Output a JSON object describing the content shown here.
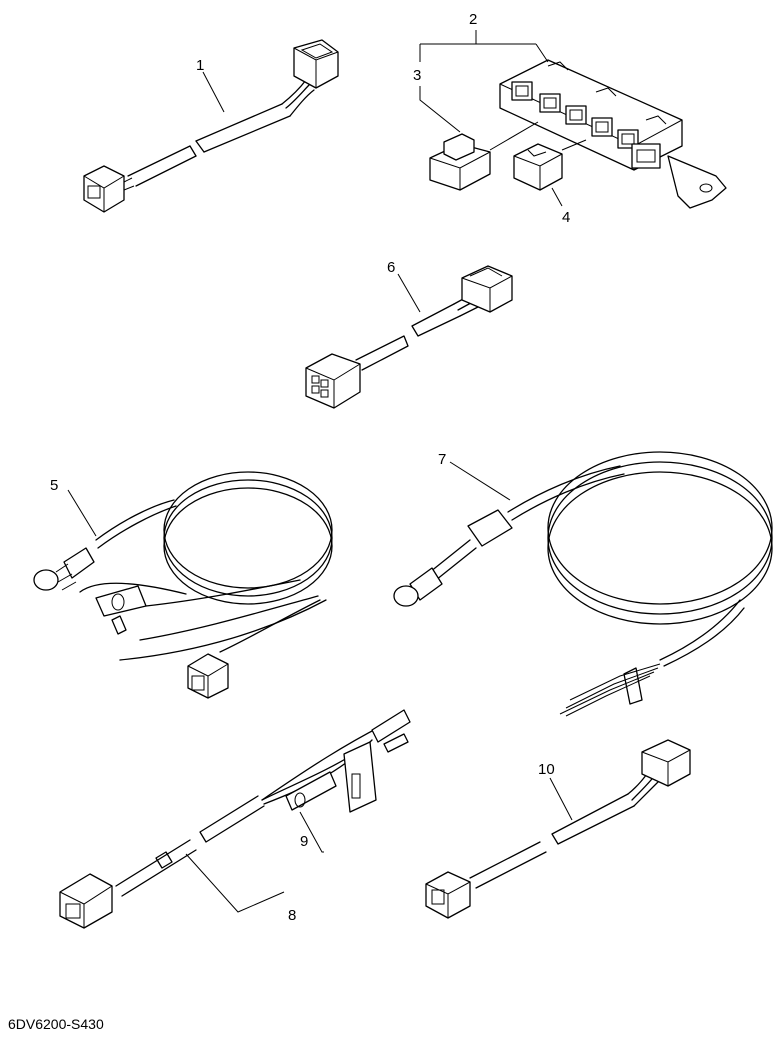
{
  "part_labels": [
    "1",
    "2",
    "3",
    "4",
    "5",
    "6",
    "7",
    "8",
    "9",
    "10"
  ],
  "diagram_code": "6DV6200-S430"
}
